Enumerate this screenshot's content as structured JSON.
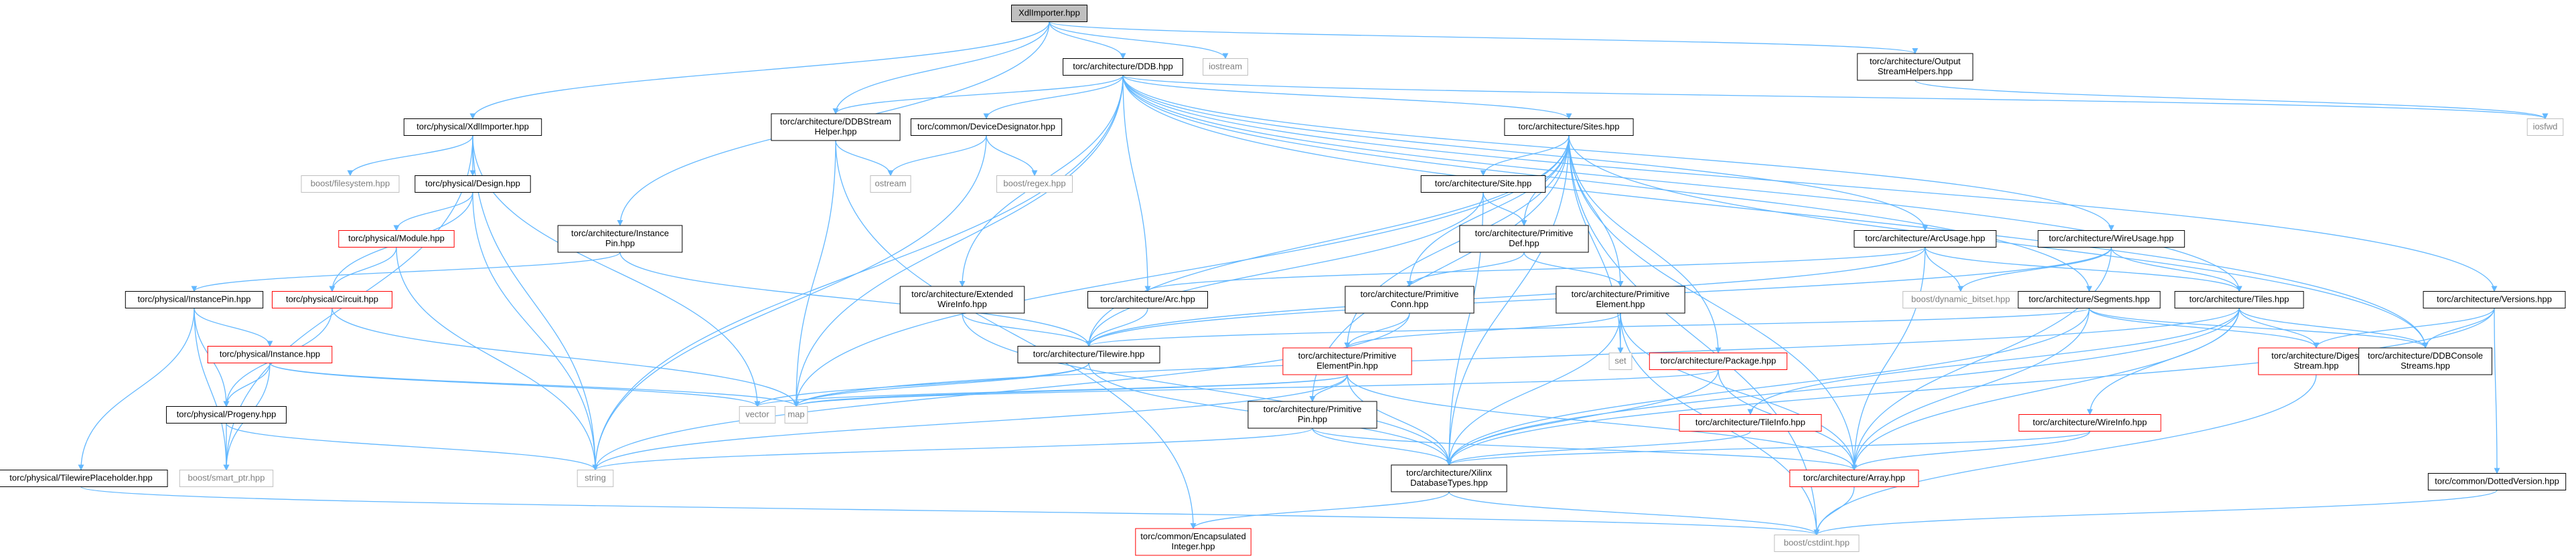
{
  "colors": {
    "edge": "#63b8ff",
    "root_fill": "#bfbfbf",
    "normal_border": "#000000",
    "missing_border": "#ff0000",
    "system_border": "#bfbfbf",
    "system_text": "#7f7f7f"
  },
  "nodes": [
    {
      "id": "XdlImporter.hpp",
      "lines": [
        "XdlImporter.hpp"
      ],
      "kind": "root"
    },
    {
      "id": "torc/physical/XdlImporter.hpp",
      "lines": [
        "torc/physical/XdlImporter.hpp"
      ],
      "kind": "normal"
    },
    {
      "id": "torc/architecture/DDB.hpp",
      "lines": [
        "torc/architecture/DDB.hpp"
      ],
      "kind": "normal"
    },
    {
      "id": "iostream",
      "lines": [
        "iostream"
      ],
      "kind": "system"
    },
    {
      "id": "torc/architecture/OutputStreamHelpers.hpp",
      "lines": [
        "torc/architecture/Output",
        "StreamHelpers.hpp"
      ],
      "kind": "normal"
    },
    {
      "id": "torc/architecture/InstancePin.hpp",
      "lines": [
        "torc/architecture/Instance",
        "Pin.hpp"
      ],
      "kind": "normal"
    },
    {
      "id": "boost/filesystem.hpp",
      "lines": [
        "boost/filesystem.hpp"
      ],
      "kind": "system"
    },
    {
      "id": "torc/physical/Design.hpp",
      "lines": [
        "torc/physical/Design.hpp"
      ],
      "kind": "normal"
    },
    {
      "id": "torc/physical/Module.hpp",
      "lines": [
        "torc/physical/Module.hpp"
      ],
      "kind": "missing"
    },
    {
      "id": "torc/physical/Circuit.hpp",
      "lines": [
        "torc/physical/Circuit.hpp"
      ],
      "kind": "missing"
    },
    {
      "id": "torc/physical/InstancePin.hpp",
      "lines": [
        "torc/physical/InstancePin.hpp"
      ],
      "kind": "normal"
    },
    {
      "id": "torc/physical/Instance.hpp",
      "lines": [
        "torc/physical/Instance.hpp"
      ],
      "kind": "missing"
    },
    {
      "id": "torc/physical/Progeny.hpp",
      "lines": [
        "torc/physical/Progeny.hpp"
      ],
      "kind": "normal"
    },
    {
      "id": "torc/physical/TilewirePlaceholder.hpp",
      "lines": [
        "torc/physical/TilewirePlaceholder.hpp"
      ],
      "kind": "normal"
    },
    {
      "id": "boost/smart_ptr.hpp",
      "lines": [
        "boost/smart_ptr.hpp"
      ],
      "kind": "system"
    },
    {
      "id": "string",
      "lines": [
        "string"
      ],
      "kind": "system"
    },
    {
      "id": "vector",
      "lines": [
        "vector"
      ],
      "kind": "system"
    },
    {
      "id": "map",
      "lines": [
        "map"
      ],
      "kind": "system"
    },
    {
      "id": "torc/architecture/DDBStreamHelper.hpp",
      "lines": [
        "torc/architecture/DDBStream",
        "Helper.hpp"
      ],
      "kind": "normal"
    },
    {
      "id": "torc/common/DeviceDesignator.hpp",
      "lines": [
        "torc/common/DeviceDesignator.hpp"
      ],
      "kind": "normal"
    },
    {
      "id": "ostream",
      "lines": [
        "ostream"
      ],
      "kind": "system"
    },
    {
      "id": "boost/regex.hpp",
      "lines": [
        "boost/regex.hpp"
      ],
      "kind": "system"
    },
    {
      "id": "torc/architecture/ExtendedWireInfo.hpp",
      "lines": [
        "torc/architecture/Extended",
        "WireInfo.hpp"
      ],
      "kind": "normal"
    },
    {
      "id": "torc/architecture/Arc.hpp",
      "lines": [
        "torc/architecture/Arc.hpp"
      ],
      "kind": "normal"
    },
    {
      "id": "torc/architecture/Tilewire.hpp",
      "lines": [
        "torc/architecture/Tilewire.hpp"
      ],
      "kind": "normal"
    },
    {
      "id": "torc/architecture/Sites.hpp",
      "lines": [
        "torc/architecture/Sites.hpp"
      ],
      "kind": "normal"
    },
    {
      "id": "torc/architecture/Site.hpp",
      "lines": [
        "torc/architecture/Site.hpp"
      ],
      "kind": "normal"
    },
    {
      "id": "torc/architecture/PrimitiveDef.hpp",
      "lines": [
        "torc/architecture/Primitive",
        "Def.hpp"
      ],
      "kind": "normal"
    },
    {
      "id": "torc/architecture/PrimitiveConn.hpp",
      "lines": [
        "torc/architecture/Primitive",
        "Conn.hpp"
      ],
      "kind": "normal"
    },
    {
      "id": "torc/architecture/PrimitiveElement.hpp",
      "lines": [
        "torc/architecture/Primitive",
        "Element.hpp"
      ],
      "kind": "normal"
    },
    {
      "id": "torc/architecture/PrimitiveElementPin.hpp",
      "lines": [
        "torc/architecture/Primitive",
        "ElementPin.hpp"
      ],
      "kind": "missing"
    },
    {
      "id": "torc/architecture/PrimitivePin.hpp",
      "lines": [
        "torc/architecture/Primitive",
        "Pin.hpp"
      ],
      "kind": "normal"
    },
    {
      "id": "torc/architecture/XilinxDatabaseTypes.hpp",
      "lines": [
        "torc/architecture/Xilinx",
        "DatabaseTypes.hpp"
      ],
      "kind": "normal"
    },
    {
      "id": "torc/common/EncapsulatedInteger.hpp",
      "lines": [
        "torc/common/Encapsulated",
        "Integer.hpp"
      ],
      "kind": "missing"
    },
    {
      "id": "set",
      "lines": [
        "set"
      ],
      "kind": "system"
    },
    {
      "id": "torc/architecture/Package.hpp",
      "lines": [
        "torc/architecture/Package.hpp"
      ],
      "kind": "missing"
    },
    {
      "id": "torc/architecture/TileInfo.hpp",
      "lines": [
        "torc/architecture/TileInfo.hpp"
      ],
      "kind": "missing"
    },
    {
      "id": "torc/architecture/Array.hpp",
      "lines": [
        "torc/architecture/Array.hpp"
      ],
      "kind": "missing"
    },
    {
      "id": "boost/cstdint.hpp",
      "lines": [
        "boost/cstdint.hpp"
      ],
      "kind": "system"
    },
    {
      "id": "torc/architecture/ArcUsage.hpp",
      "lines": [
        "torc/architecture/ArcUsage.hpp"
      ],
      "kind": "normal"
    },
    {
      "id": "boost/dynamic_bitset.hpp",
      "lines": [
        "boost/dynamic_bitset.hpp"
      ],
      "kind": "system"
    },
    {
      "id": "torc/architecture/WireUsage.hpp",
      "lines": [
        "torc/architecture/WireUsage.hpp"
      ],
      "kind": "normal"
    },
    {
      "id": "torc/architecture/Segments.hpp",
      "lines": [
        "torc/architecture/Segments.hpp"
      ],
      "kind": "normal"
    },
    {
      "id": "torc/architecture/Tiles.hpp",
      "lines": [
        "torc/architecture/Tiles.hpp"
      ],
      "kind": "normal"
    },
    {
      "id": "torc/architecture/WireInfo.hpp",
      "lines": [
        "torc/architecture/WireInfo.hpp"
      ],
      "kind": "missing"
    },
    {
      "id": "torc/architecture/DigestStream.hpp",
      "lines": [
        "torc/architecture/Digest",
        "Stream.hpp"
      ],
      "kind": "missing"
    },
    {
      "id": "torc/architecture/DDBConsoleStreams.hpp",
      "lines": [
        "torc/architecture/DDBConsole",
        "Streams.hpp"
      ],
      "kind": "normal"
    },
    {
      "id": "torc/architecture/Versions.hpp",
      "lines": [
        "torc/architecture/Versions.hpp"
      ],
      "kind": "normal"
    },
    {
      "id": "iosfwd",
      "lines": [
        "iosfwd"
      ],
      "kind": "system"
    },
    {
      "id": "torc/common/DottedVersion.hpp",
      "lines": [
        "torc/common/DottedVersion.hpp"
      ],
      "kind": "normal"
    }
  ],
  "edges": [
    [
      "XdlImporter.hpp",
      "torc/physical/XdlImporter.hpp"
    ],
    [
      "XdlImporter.hpp",
      "torc/architecture/DDB.hpp"
    ],
    [
      "XdlImporter.hpp",
      "iostream"
    ],
    [
      "XdlImporter.hpp",
      "torc/architecture/OutputStreamHelpers.hpp"
    ],
    [
      "XdlImporter.hpp",
      "torc/architecture/DDBStreamHelper.hpp"
    ],
    [
      "XdlImporter.hpp",
      "torc/architecture/InstancePin.hpp"
    ],
    [
      "torc/physical/XdlImporter.hpp",
      "boost/filesystem.hpp"
    ],
    [
      "torc/physical/XdlImporter.hpp",
      "torc/physical/Design.hpp"
    ],
    [
      "torc/physical/XdlImporter.hpp",
      "boost/smart_ptr.hpp"
    ],
    [
      "torc/physical/XdlImporter.hpp",
      "string"
    ],
    [
      "torc/physical/XdlImporter.hpp",
      "vector"
    ],
    [
      "torc/physical/Design.hpp",
      "torc/physical/Module.hpp"
    ],
    [
      "torc/physical/Design.hpp",
      "torc/physical/Circuit.hpp"
    ],
    [
      "torc/physical/Design.hpp",
      "string"
    ],
    [
      "torc/physical/Module.hpp",
      "torc/physical/Circuit.hpp"
    ],
    [
      "torc/physical/Module.hpp",
      "string"
    ],
    [
      "torc/physical/Circuit.hpp",
      "torc/physical/Progeny.hpp"
    ],
    [
      "torc/physical/Circuit.hpp",
      "map"
    ],
    [
      "torc/physical/InstancePin.hpp",
      "torc/physical/Instance.hpp"
    ],
    [
      "torc/physical/InstancePin.hpp",
      "torc/physical/Progeny.hpp"
    ],
    [
      "torc/physical/InstancePin.hpp",
      "torc/physical/TilewirePlaceholder.hpp"
    ],
    [
      "torc/physical/InstancePin.hpp",
      "boost/smart_ptr.hpp"
    ],
    [
      "torc/physical/Instance.hpp",
      "torc/physical/Progeny.hpp"
    ],
    [
      "torc/physical/Instance.hpp",
      "boost/smart_ptr.hpp"
    ],
    [
      "torc/physical/Instance.hpp",
      "vector"
    ],
    [
      "torc/physical/Instance.hpp",
      "map"
    ],
    [
      "torc/physical/Progeny.hpp",
      "boost/smart_ptr.hpp"
    ],
    [
      "torc/physical/Progeny.hpp",
      "string"
    ],
    [
      "torc/physical/TilewirePlaceholder.hpp",
      "boost/cstdint.hpp"
    ],
    [
      "torc/architecture/InstancePin.hpp",
      "torc/physical/InstancePin.hpp"
    ],
    [
      "torc/architecture/InstancePin.hpp",
      "torc/architecture/Tilewire.hpp"
    ],
    [
      "torc/architecture/DDB.hpp",
      "torc/architecture/DDBStreamHelper.hpp"
    ],
    [
      "torc/architecture/DDB.hpp",
      "torc/common/DeviceDesignator.hpp"
    ],
    [
      "torc/architecture/DDB.hpp",
      "torc/architecture/ExtendedWireInfo.hpp"
    ],
    [
      "torc/architecture/DDB.hpp",
      "torc/architecture/Arc.hpp"
    ],
    [
      "torc/architecture/DDB.hpp",
      "torc/architecture/Sites.hpp"
    ],
    [
      "torc/architecture/DDB.hpp",
      "torc/architecture/ArcUsage.hpp"
    ],
    [
      "torc/architecture/DDB.hpp",
      "torc/architecture/WireUsage.hpp"
    ],
    [
      "torc/architecture/DDB.hpp",
      "torc/architecture/Segments.hpp"
    ],
    [
      "torc/architecture/DDB.hpp",
      "torc/architecture/Tiles.hpp"
    ],
    [
      "torc/architecture/DDB.hpp",
      "torc/architecture/Versions.hpp"
    ],
    [
      "torc/architecture/DDB.hpp",
      "torc/architecture/DDBConsoleStreams.hpp"
    ],
    [
      "torc/architecture/DDB.hpp",
      "iosfwd"
    ],
    [
      "torc/architecture/DDB.hpp",
      "string"
    ],
    [
      "torc/architecture/DDB.hpp",
      "map"
    ],
    [
      "torc/architecture/OutputStreamHelpers.hpp",
      "iosfwd"
    ],
    [
      "torc/architecture/DDBStreamHelper.hpp",
      "ostream"
    ],
    [
      "torc/architecture/DDBStreamHelper.hpp",
      "torc/common/EncapsulatedInteger.hpp"
    ],
    [
      "torc/architecture/DDBStreamHelper.hpp",
      "map"
    ],
    [
      "torc/common/DeviceDesignator.hpp",
      "ostream"
    ],
    [
      "torc/common/DeviceDesignator.hpp",
      "boost/regex.hpp"
    ],
    [
      "torc/common/DeviceDesignator.hpp",
      "string"
    ],
    [
      "torc/architecture/ExtendedWireInfo.hpp",
      "torc/architecture/Tilewire.hpp"
    ],
    [
      "torc/architecture/ExtendedWireInfo.hpp",
      "torc/architecture/XilinxDatabaseTypes.hpp"
    ],
    [
      "torc/architecture/Arc.hpp",
      "torc/architecture/Tilewire.hpp"
    ],
    [
      "torc/architecture/Tilewire.hpp",
      "torc/architecture/XilinxDatabaseTypes.hpp"
    ],
    [
      "torc/architecture/Tilewire.hpp",
      "vector"
    ],
    [
      "torc/architecture/Tilewire.hpp",
      "map"
    ],
    [
      "torc/architecture/Sites.hpp",
      "torc/architecture/Site.hpp"
    ],
    [
      "torc/architecture/Sites.hpp",
      "torc/architecture/PrimitiveDef.hpp"
    ],
    [
      "torc/architecture/Sites.hpp",
      "torc/architecture/PrimitiveConn.hpp"
    ],
    [
      "torc/architecture/Sites.hpp",
      "torc/architecture/PrimitiveElement.hpp"
    ],
    [
      "torc/architecture/Sites.hpp",
      "torc/architecture/PrimitiveElementPin.hpp"
    ],
    [
      "torc/architecture/Sites.hpp",
      "torc/architecture/PrimitivePin.hpp"
    ],
    [
      "torc/architecture/Sites.hpp",
      "torc/architecture/Package.hpp"
    ],
    [
      "torc/architecture/Sites.hpp",
      "torc/architecture/XilinxDatabaseTypes.hpp"
    ],
    [
      "torc/architecture/Sites.hpp",
      "torc/architecture/Array.hpp"
    ],
    [
      "torc/architecture/Sites.hpp",
      "torc/architecture/Tilewire.hpp"
    ],
    [
      "torc/architecture/Sites.hpp",
      "set"
    ],
    [
      "torc/architecture/Sites.hpp",
      "map"
    ],
    [
      "torc/architecture/Sites.hpp",
      "boost/cstdint.hpp"
    ],
    [
      "torc/architecture/Sites.hpp",
      "torc/architecture/DDBConsoleStreams.hpp"
    ],
    [
      "torc/architecture/Site.hpp",
      "torc/architecture/PrimitiveDef.hpp"
    ],
    [
      "torc/architecture/Site.hpp",
      "torc/architecture/Tilewire.hpp"
    ],
    [
      "torc/architecture/Site.hpp",
      "torc/architecture/XilinxDatabaseTypes.hpp"
    ],
    [
      "torc/architecture/PrimitiveDef.hpp",
      "torc/architecture/PrimitiveConn.hpp"
    ],
    [
      "torc/architecture/PrimitiveDef.hpp",
      "torc/architecture/PrimitiveElement.hpp"
    ],
    [
      "torc/architecture/PrimitiveConn.hpp",
      "torc/architecture/PrimitiveElementPin.hpp"
    ],
    [
      "torc/architecture/PrimitiveConn.hpp",
      "string"
    ],
    [
      "torc/architecture/PrimitiveElement.hpp",
      "torc/architecture/PrimitiveElementPin.hpp"
    ],
    [
      "torc/architecture/PrimitiveElement.hpp",
      "torc/architecture/XilinxDatabaseTypes.hpp"
    ],
    [
      "torc/architecture/PrimitiveElement.hpp",
      "set"
    ],
    [
      "torc/architecture/PrimitiveElement.hpp",
      "torc/architecture/Array.hpp"
    ],
    [
      "torc/architecture/PrimitiveElement.hpp",
      "boost/cstdint.hpp"
    ],
    [
      "torc/architecture/PrimitiveElementPin.hpp",
      "torc/architecture/PrimitivePin.hpp"
    ],
    [
      "torc/architecture/PrimitiveElementPin.hpp",
      "torc/architecture/XilinxDatabaseTypes.hpp"
    ],
    [
      "torc/architecture/PrimitiveElementPin.hpp",
      "torc/architecture/Array.hpp"
    ],
    [
      "torc/architecture/PrimitiveElementPin.hpp",
      "string"
    ],
    [
      "torc/architecture/PrimitiveElementPin.hpp",
      "vector"
    ],
    [
      "torc/architecture/PrimitiveElementPin.hpp",
      "map"
    ],
    [
      "torc/architecture/PrimitivePin.hpp",
      "torc/architecture/XilinxDatabaseTypes.hpp"
    ],
    [
      "torc/architecture/PrimitivePin.hpp",
      "torc/architecture/Array.hpp"
    ],
    [
      "torc/architecture/PrimitivePin.hpp",
      "string"
    ],
    [
      "torc/architecture/XilinxDatabaseTypes.hpp",
      "torc/common/EncapsulatedInteger.hpp"
    ],
    [
      "torc/architecture/XilinxDatabaseTypes.hpp",
      "boost/cstdint.hpp"
    ],
    [
      "torc/architecture/Package.hpp",
      "torc/architecture/XilinxDatabaseTypes.hpp"
    ],
    [
      "torc/architecture/Package.hpp",
      "torc/architecture/Array.hpp"
    ],
    [
      "torc/architecture/Package.hpp",
      "map"
    ],
    [
      "torc/architecture/Array.hpp",
      "boost/cstdint.hpp"
    ],
    [
      "torc/architecture/ArcUsage.hpp",
      "torc/architecture/Tilewire.hpp"
    ],
    [
      "torc/architecture/ArcUsage.hpp",
      "torc/architecture/Arc.hpp"
    ],
    [
      "torc/architecture/ArcUsage.hpp",
      "torc/architecture/Tiles.hpp"
    ],
    [
      "torc/architecture/ArcUsage.hpp",
      "boost/dynamic_bitset.hpp"
    ],
    [
      "torc/architecture/ArcUsage.hpp",
      "torc/architecture/Array.hpp"
    ],
    [
      "torc/architecture/WireUsage.hpp",
      "torc/architecture/Tilewire.hpp"
    ],
    [
      "torc/architecture/WireUsage.hpp",
      "torc/architecture/Tiles.hpp"
    ],
    [
      "torc/architecture/WireUsage.hpp",
      "boost/dynamic_bitset.hpp"
    ],
    [
      "torc/architecture/WireUsage.hpp",
      "torc/architecture/Array.hpp"
    ],
    [
      "torc/architecture/Segments.hpp",
      "torc/architecture/Tilewire.hpp"
    ],
    [
      "torc/architecture/Segments.hpp",
      "torc/architecture/XilinxDatabaseTypes.hpp"
    ],
    [
      "torc/architecture/Segments.hpp",
      "torc/architecture/Array.hpp"
    ],
    [
      "torc/architecture/Segments.hpp",
      "torc/architecture/DigestStream.hpp"
    ],
    [
      "torc/architecture/Segments.hpp",
      "torc/architecture/DDBConsoleStreams.hpp"
    ],
    [
      "torc/architecture/Tiles.hpp",
      "torc/architecture/TileInfo.hpp"
    ],
    [
      "torc/architecture/Tiles.hpp",
      "torc/architecture/WireInfo.hpp"
    ],
    [
      "torc/architecture/Tiles.hpp",
      "torc/architecture/XilinxDatabaseTypes.hpp"
    ],
    [
      "torc/architecture/Tiles.hpp",
      "torc/architecture/Array.hpp"
    ],
    [
      "torc/architecture/Tiles.hpp",
      "torc/architecture/DigestStream.hpp"
    ],
    [
      "torc/architecture/Tiles.hpp",
      "torc/architecture/DDBConsoleStreams.hpp"
    ],
    [
      "torc/architecture/Tiles.hpp",
      "map"
    ],
    [
      "torc/architecture/TileInfo.hpp",
      "torc/architecture/XilinxDatabaseTypes.hpp"
    ],
    [
      "torc/architecture/WireInfo.hpp",
      "torc/architecture/XilinxDatabaseTypes.hpp"
    ],
    [
      "torc/architecture/WireInfo.hpp",
      "torc/architecture/Array.hpp"
    ],
    [
      "torc/architecture/DigestStream.hpp",
      "boost/cstdint.hpp"
    ],
    [
      "torc/architecture/Versions.hpp",
      "torc/architecture/DigestStream.hpp"
    ],
    [
      "torc/architecture/Versions.hpp",
      "torc/architecture/DDBConsoleStreams.hpp"
    ],
    [
      "torc/architecture/Versions.hpp",
      "torc/common/DottedVersion.hpp"
    ],
    [
      "torc/architecture/Versions.hpp",
      "torc/architecture/XilinxDatabaseTypes.hpp"
    ],
    [
      "torc/common/DottedVersion.hpp",
      "boost/cstdint.hpp"
    ]
  ]
}
